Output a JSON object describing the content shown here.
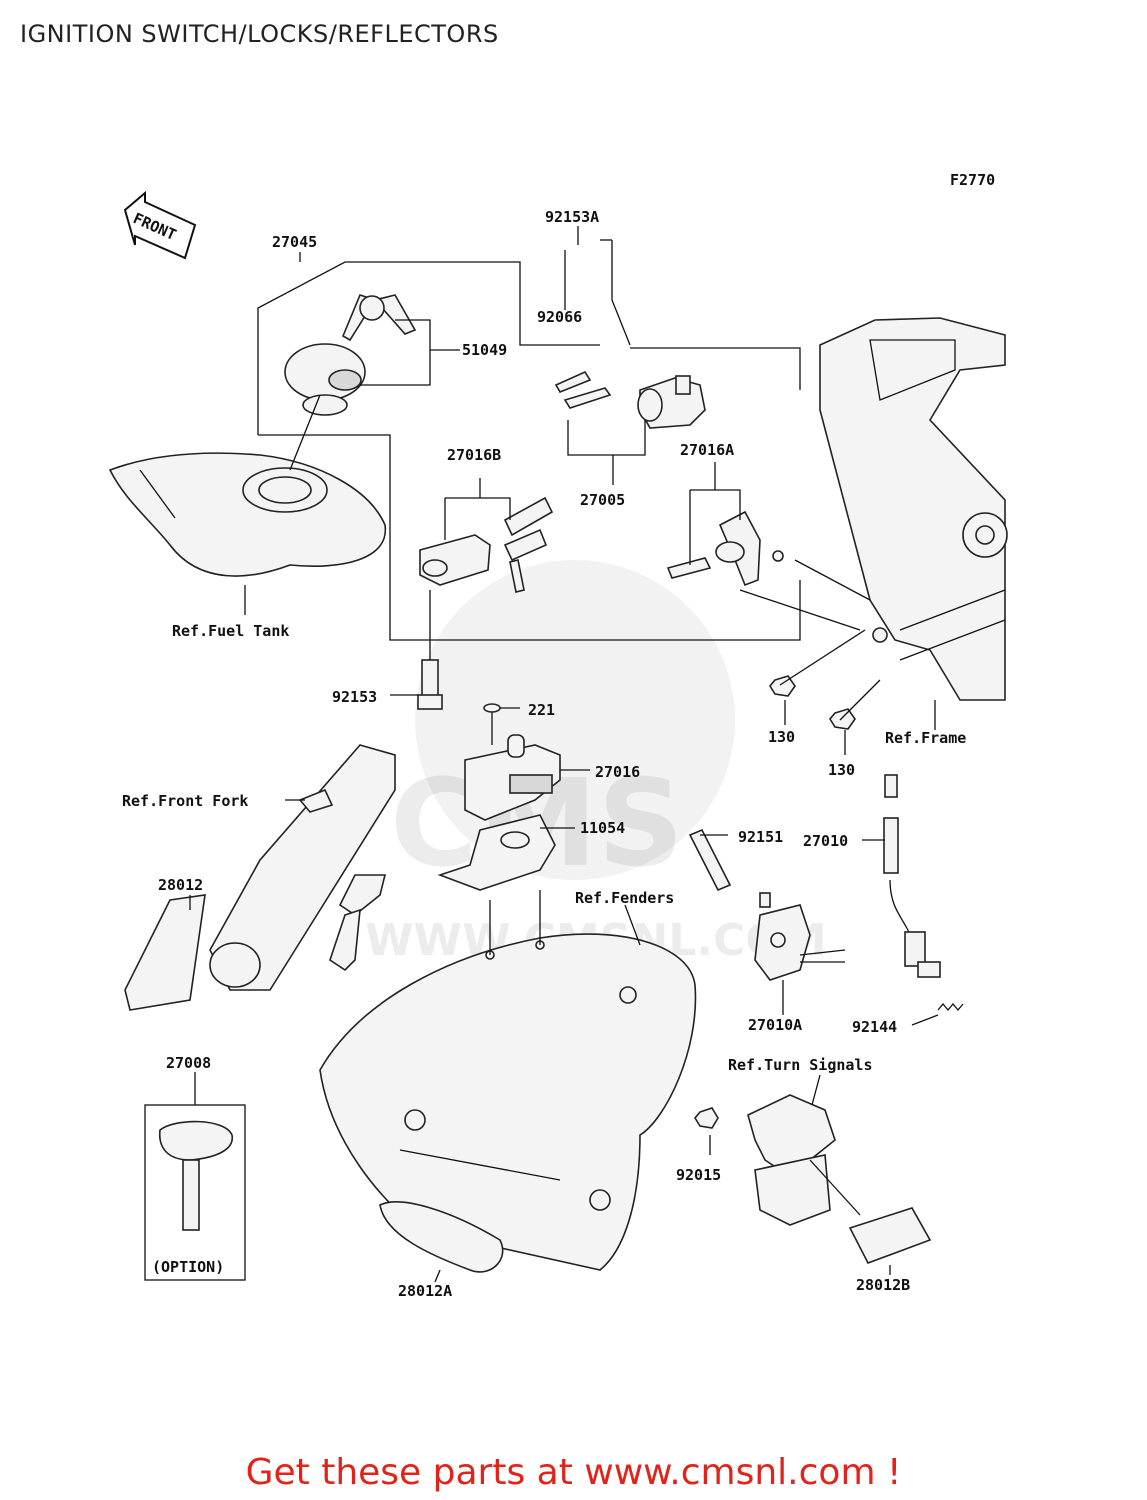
{
  "title": "IGNITION SWITCH/LOCKS/REFLECTORS",
  "figure_code": "F2770",
  "front_arrow": "FRONT",
  "watermark": {
    "big": "CMS",
    "url": "WWW.CMSNL.COM"
  },
  "footer": "Get these parts at www.cmsnl.com !",
  "parts": {
    "p27045": "27045",
    "p92153A": "92153A",
    "p92066": "92066",
    "p51049": "51049",
    "p27016B": "27016B",
    "p27005": "27005",
    "p27016A": "27016A",
    "p92153": "92153",
    "p221": "221",
    "p27016": "27016",
    "p92151": "92151",
    "p27010": "27010",
    "p11054": "11054",
    "p28012": "28012",
    "p27010A": "27010A",
    "p92144": "92144",
    "p27008": "27008",
    "p92015": "92015",
    "p28012A": "28012A",
    "p28012B": "28012B",
    "p130a": "130",
    "p130b": "130"
  },
  "refs": {
    "fuel_tank": "Ref.Fuel Tank",
    "frame": "Ref.Frame",
    "front_fork": "Ref.Front Fork",
    "fenders": "Ref.Fenders",
    "turn_signals": "Ref.Turn Signals",
    "option": "(OPTION)"
  }
}
